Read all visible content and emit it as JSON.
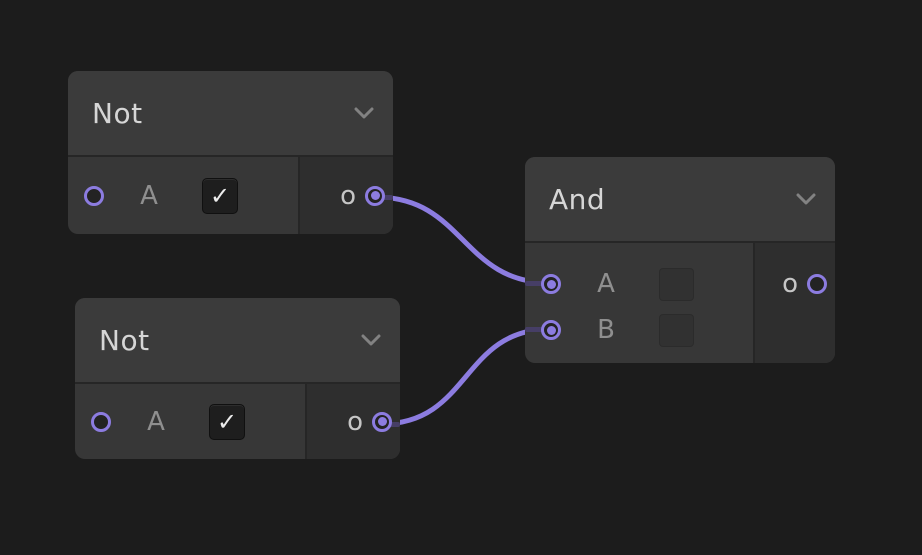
{
  "canvas": {
    "background_color": "#1c1c1c",
    "accent_color": "#8c7ce0",
    "accent_dim_color": "#463e66"
  },
  "nodes": [
    {
      "title": "Not",
      "collapse_icon": "chevron-down",
      "inputs": [
        {
          "label": "A",
          "connected": false,
          "control": {
            "type": "checkbox",
            "checked": true,
            "glyph": "✓"
          }
        }
      ],
      "outputs": [
        {
          "label": "o",
          "connected": true
        }
      ]
    },
    {
      "title": "Not",
      "collapse_icon": "chevron-down",
      "inputs": [
        {
          "label": "A",
          "connected": false,
          "control": {
            "type": "checkbox",
            "checked": true,
            "glyph": "✓"
          }
        }
      ],
      "outputs": [
        {
          "label": "o",
          "connected": true
        }
      ]
    },
    {
      "title": "And",
      "collapse_icon": "chevron-down",
      "inputs": [
        {
          "label": "A",
          "connected": true,
          "control": {
            "type": "checkbox",
            "checked": false,
            "glyph": ""
          }
        },
        {
          "label": "B",
          "connected": true,
          "control": {
            "type": "checkbox",
            "checked": false,
            "glyph": ""
          }
        }
      ],
      "outputs": [
        {
          "label": "o",
          "connected": false
        }
      ]
    }
  ],
  "wires": [
    {
      "from": "Not(top) output o",
      "to": "And input A"
    },
    {
      "from": "Not(bottom) output o",
      "to": "And input B"
    }
  ]
}
